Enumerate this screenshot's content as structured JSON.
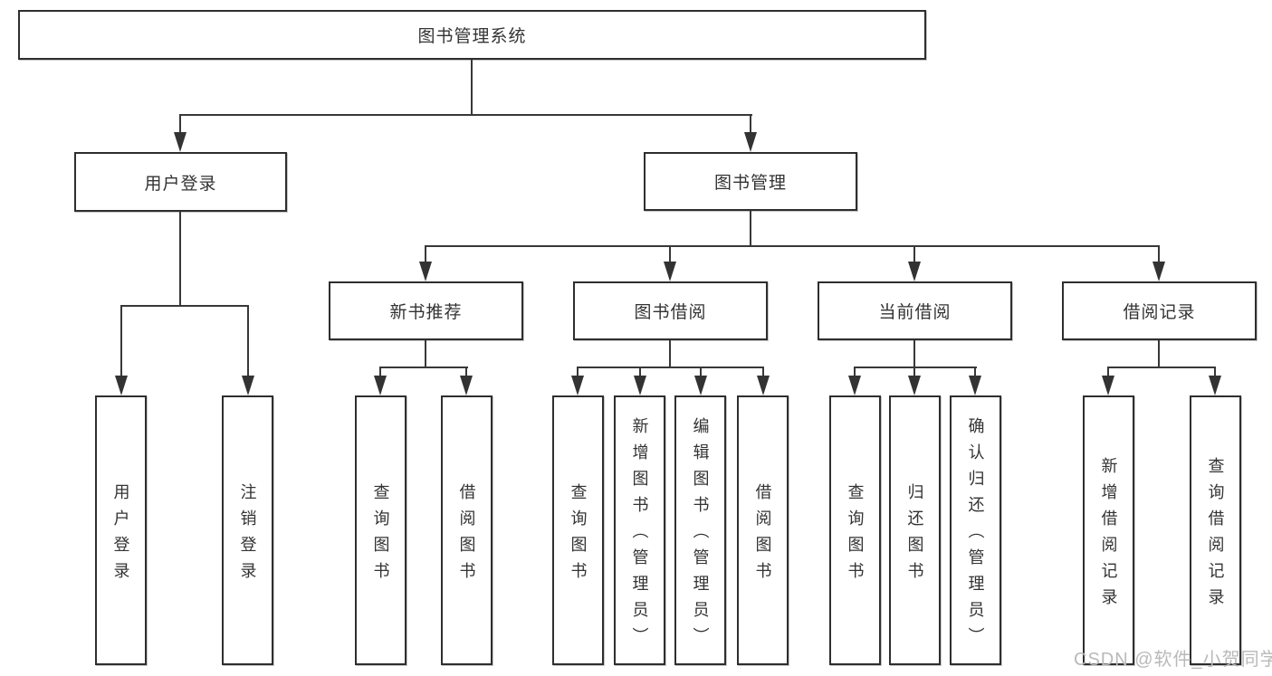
{
  "diagram": {
    "root": {
      "label": "图书管理系统"
    },
    "level2": [
      "用户登录",
      "图书管理"
    ],
    "level3": [
      "新书推荐",
      "图书借阅",
      "当前借阅",
      "借阅记录"
    ],
    "leaves": {
      "user_login": [
        "用户登录",
        "注销登录"
      ],
      "new_book": [
        "查询图书",
        "借阅图书"
      ],
      "borrow": [
        "查询图书",
        "新增图书（管理员）",
        "编辑图书（管理员）",
        "借阅图书"
      ],
      "current": [
        "查询图书",
        "归还图书",
        "确认归还（管理员）"
      ],
      "records": [
        "新增借阅记录",
        "查询借阅记录"
      ]
    }
  },
  "watermark": "CSDN @软件_小贺同学",
  "colors": {
    "line": "#383838",
    "border": "#2e2e2e",
    "text": "#333333",
    "watermark": "#b9b9b9",
    "background": "#ffffff"
  }
}
